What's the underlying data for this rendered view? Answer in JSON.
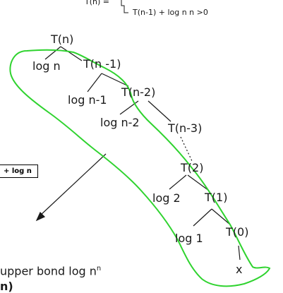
{
  "recurrence": {
    "lhs": "T(n) =",
    "case_general": "T(n-1) + log n  n >0"
  },
  "left_box": "+ log n",
  "tree": {
    "root": "T(n)",
    "l1_log": "log n",
    "l1_t": "T(n -1)",
    "l2_log": "log n-1",
    "l2_t": "T(n-2)",
    "l3_log": "log n-2",
    "l3_t": "T(n-3)",
    "l4_t": "T(2)",
    "l5_log": "log 2",
    "l5_t": "T(1)",
    "l6_log": "log 1",
    "l6_t": "T(0)",
    "leaf": "x"
  },
  "footer": {
    "upper_bound_base": "upper bond log n",
    "upper_bound_exp": "n",
    "bottom_text": "n)"
  },
  "colors": {
    "highlight": "#2fd32f",
    "ink": "#1a1a1a",
    "box": "#000000"
  }
}
